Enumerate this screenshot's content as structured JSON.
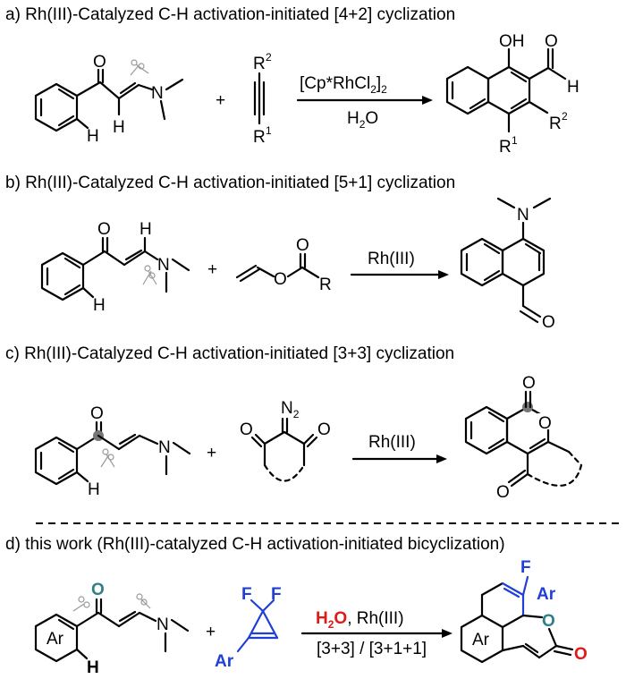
{
  "sections": [
    {
      "title": "a) Rh(III)-Catalyzed C-H activation-initiated [4+2] cyclization",
      "labels": {
        "o": "O",
        "h": "H",
        "n": "N",
        "r2": "R",
        "r1": "R",
        "sup2": "2",
        "sup1": "1",
        "plus": "+"
      },
      "reagent_top": "[Cp*RhCl",
      "reagent_sub": "2",
      "reagent_close": "]",
      "reagent_sub2": "2",
      "reagent_bottom": "H",
      "reagent_bottom_sub": "2",
      "reagent_bottom_o": "O",
      "product": {
        "oh": "OH",
        "o": "O",
        "h": "H",
        "r2": "R",
        "sup2": "2",
        "r1": "R",
        "sup1": "1"
      }
    },
    {
      "title": "b) Rh(III)-Catalyzed C-H activation-initiated [5+1] cyclization",
      "labels": {
        "o": "O",
        "h1": "H",
        "n": "N",
        "h2": "H",
        "plus": "+",
        "o1": "O",
        "o2": "O",
        "r": "R"
      },
      "reagent": "Rh(III)",
      "product": {
        "n": "N",
        "o": "O"
      }
    },
    {
      "title": "c) Rh(III)-Catalyzed C-H activation-initiated [3+3] cyclization",
      "labels": {
        "o": "O",
        "n": "N",
        "h": "H",
        "plus": "+",
        "n2": "N",
        "n2sub": "2",
        "o1": "O",
        "o2": "O"
      },
      "reagent": "Rh(III)",
      "product": {
        "o1": "O",
        "o2": "O",
        "o3": "O"
      }
    },
    {
      "title": "d) this work (Rh(III)-catalyzed C-H activation-initiated bicyclization)",
      "labels": {
        "o": "O",
        "ar": "Ar",
        "n": "N",
        "h": "H",
        "plus": "+",
        "f1": "F",
        "f2": "F",
        "ar2": "Ar"
      },
      "reagent_h2o": "H",
      "reagent_h2o_sub": "2",
      "reagent_h2o_o": "O",
      "reagent_rest": ", Rh(III)",
      "reagent_bottom": "[3+3] / [3+1+1]",
      "product": {
        "f": "F",
        "ar": "Ar",
        "o1": "O",
        "ar_ring": "Ar",
        "o2": "O"
      }
    }
  ],
  "colors": {
    "blue": "#1f3fd6",
    "red": "#e01919",
    "teal": "#2f7f86",
    "black": "#000000"
  }
}
